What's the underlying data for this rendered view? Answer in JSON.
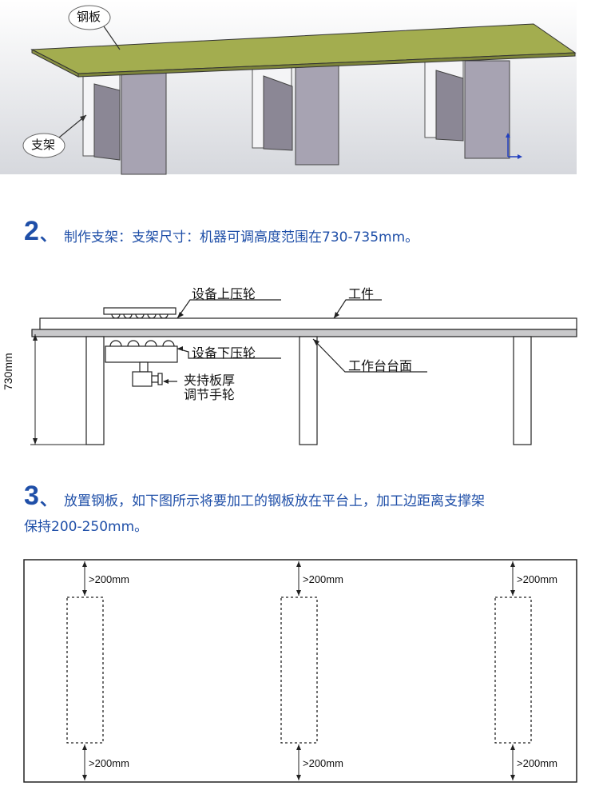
{
  "render3d": {
    "label_steel_plate": "钢板",
    "label_stand": "支架"
  },
  "step2": {
    "number": "2",
    "separator": "、",
    "text": "制作支架：支架尺寸：机器可调高度范围在730-735mm。",
    "labels": {
      "upper_roller": "设备上压轮",
      "workpiece": "工件",
      "lower_roller": "设备下压轮",
      "clamp_line1": "夹持板厚",
      "clamp_line2": "调节手轮",
      "table_surface": "工作台台面",
      "height": "730mm"
    }
  },
  "step3": {
    "number": "3",
    "separator": "、",
    "text_line1": "放置钢板，如下图所示将要加工的钢板放在平台上，加工边距离支撑架",
    "text_line2": "保持200-250mm。",
    "distance_label": ">200mm"
  },
  "colors": {
    "accent_blue": "#1f4fa8",
    "plate_green": "#a3ad4f",
    "leg_gray": "#a7a3b2"
  }
}
